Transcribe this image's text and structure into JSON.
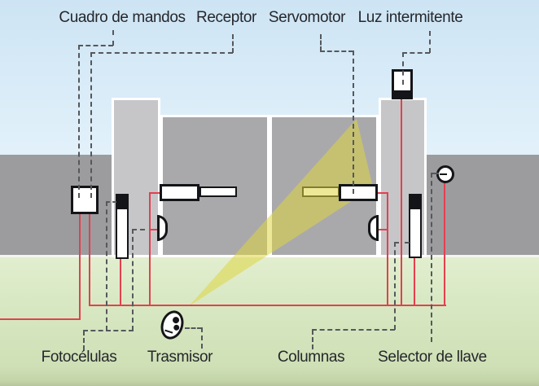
{
  "diagram_subject": "Swing gate automation system",
  "labels": {
    "top": [
      "Cuadro de mandos",
      "Receptor",
      "Servomotor",
      "Luz intermitente"
    ],
    "bottom": [
      "Fotocélulas",
      "Trasmisor",
      "Columnas",
      "Selector de llave"
    ]
  },
  "colors": {
    "wire_red": "#e3404f",
    "leader_dash_gray": "#55585c",
    "beam_yellow": "#ded642",
    "sky_top": "#cde4f4",
    "sky_bottom": "#f1f8fd",
    "wall_gray": "#9c9c9f",
    "gate_gray": "#a9a9ac",
    "column_gray": "#c6c6c8",
    "ground_green": "#d8e8c3",
    "outline_black": "#141518",
    "text": "#26272b"
  },
  "icons": {
    "control-panel-box": "white square box",
    "photocell-post": "black-capped white post",
    "photocell-dome": "half-dome emitter",
    "servomotor-piston": "piston actuator",
    "flashing-light": "lamp on column top",
    "key-selector": "circle with key slot",
    "transmitter-remote": "tilted oval fob with two buttons",
    "signal-beam": "yellow wedge from transmitter to servomotor"
  }
}
